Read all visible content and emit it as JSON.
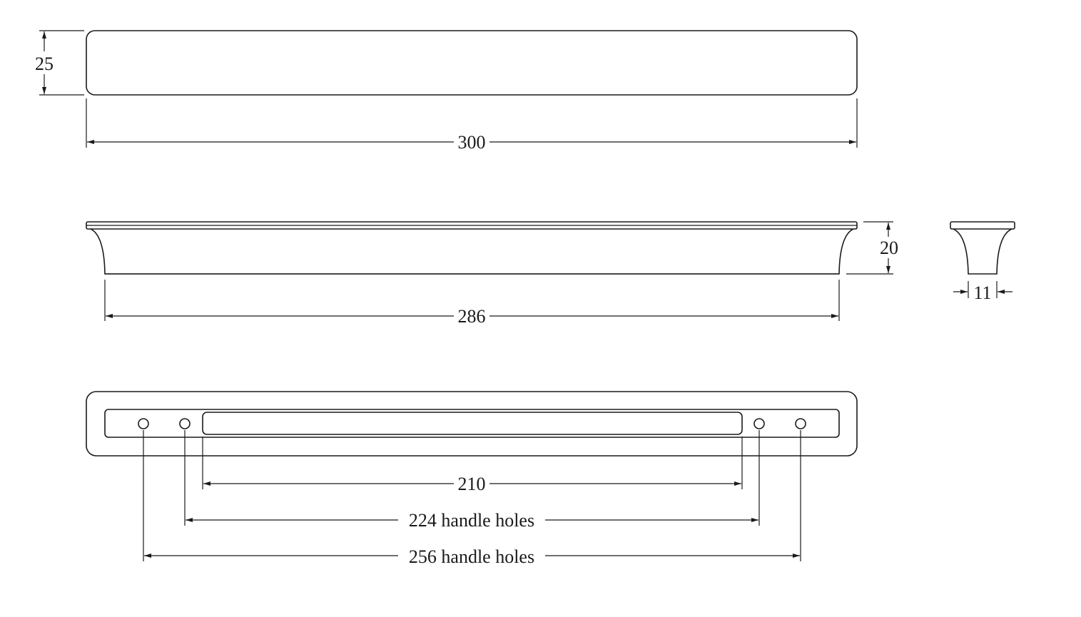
{
  "drawing": {
    "top_view": {
      "height_label": "25",
      "length_label": "300"
    },
    "side_view": {
      "base_length_label": "286",
      "height_label": "20"
    },
    "end_view": {
      "width_label": "11"
    },
    "bottom_view": {
      "slot_label": "210",
      "inner_holes_label": "224 handle holes",
      "outer_holes_label": "256 handle holes"
    }
  },
  "colors": {
    "line": "#1a1a1a",
    "background": "#ffffff"
  }
}
